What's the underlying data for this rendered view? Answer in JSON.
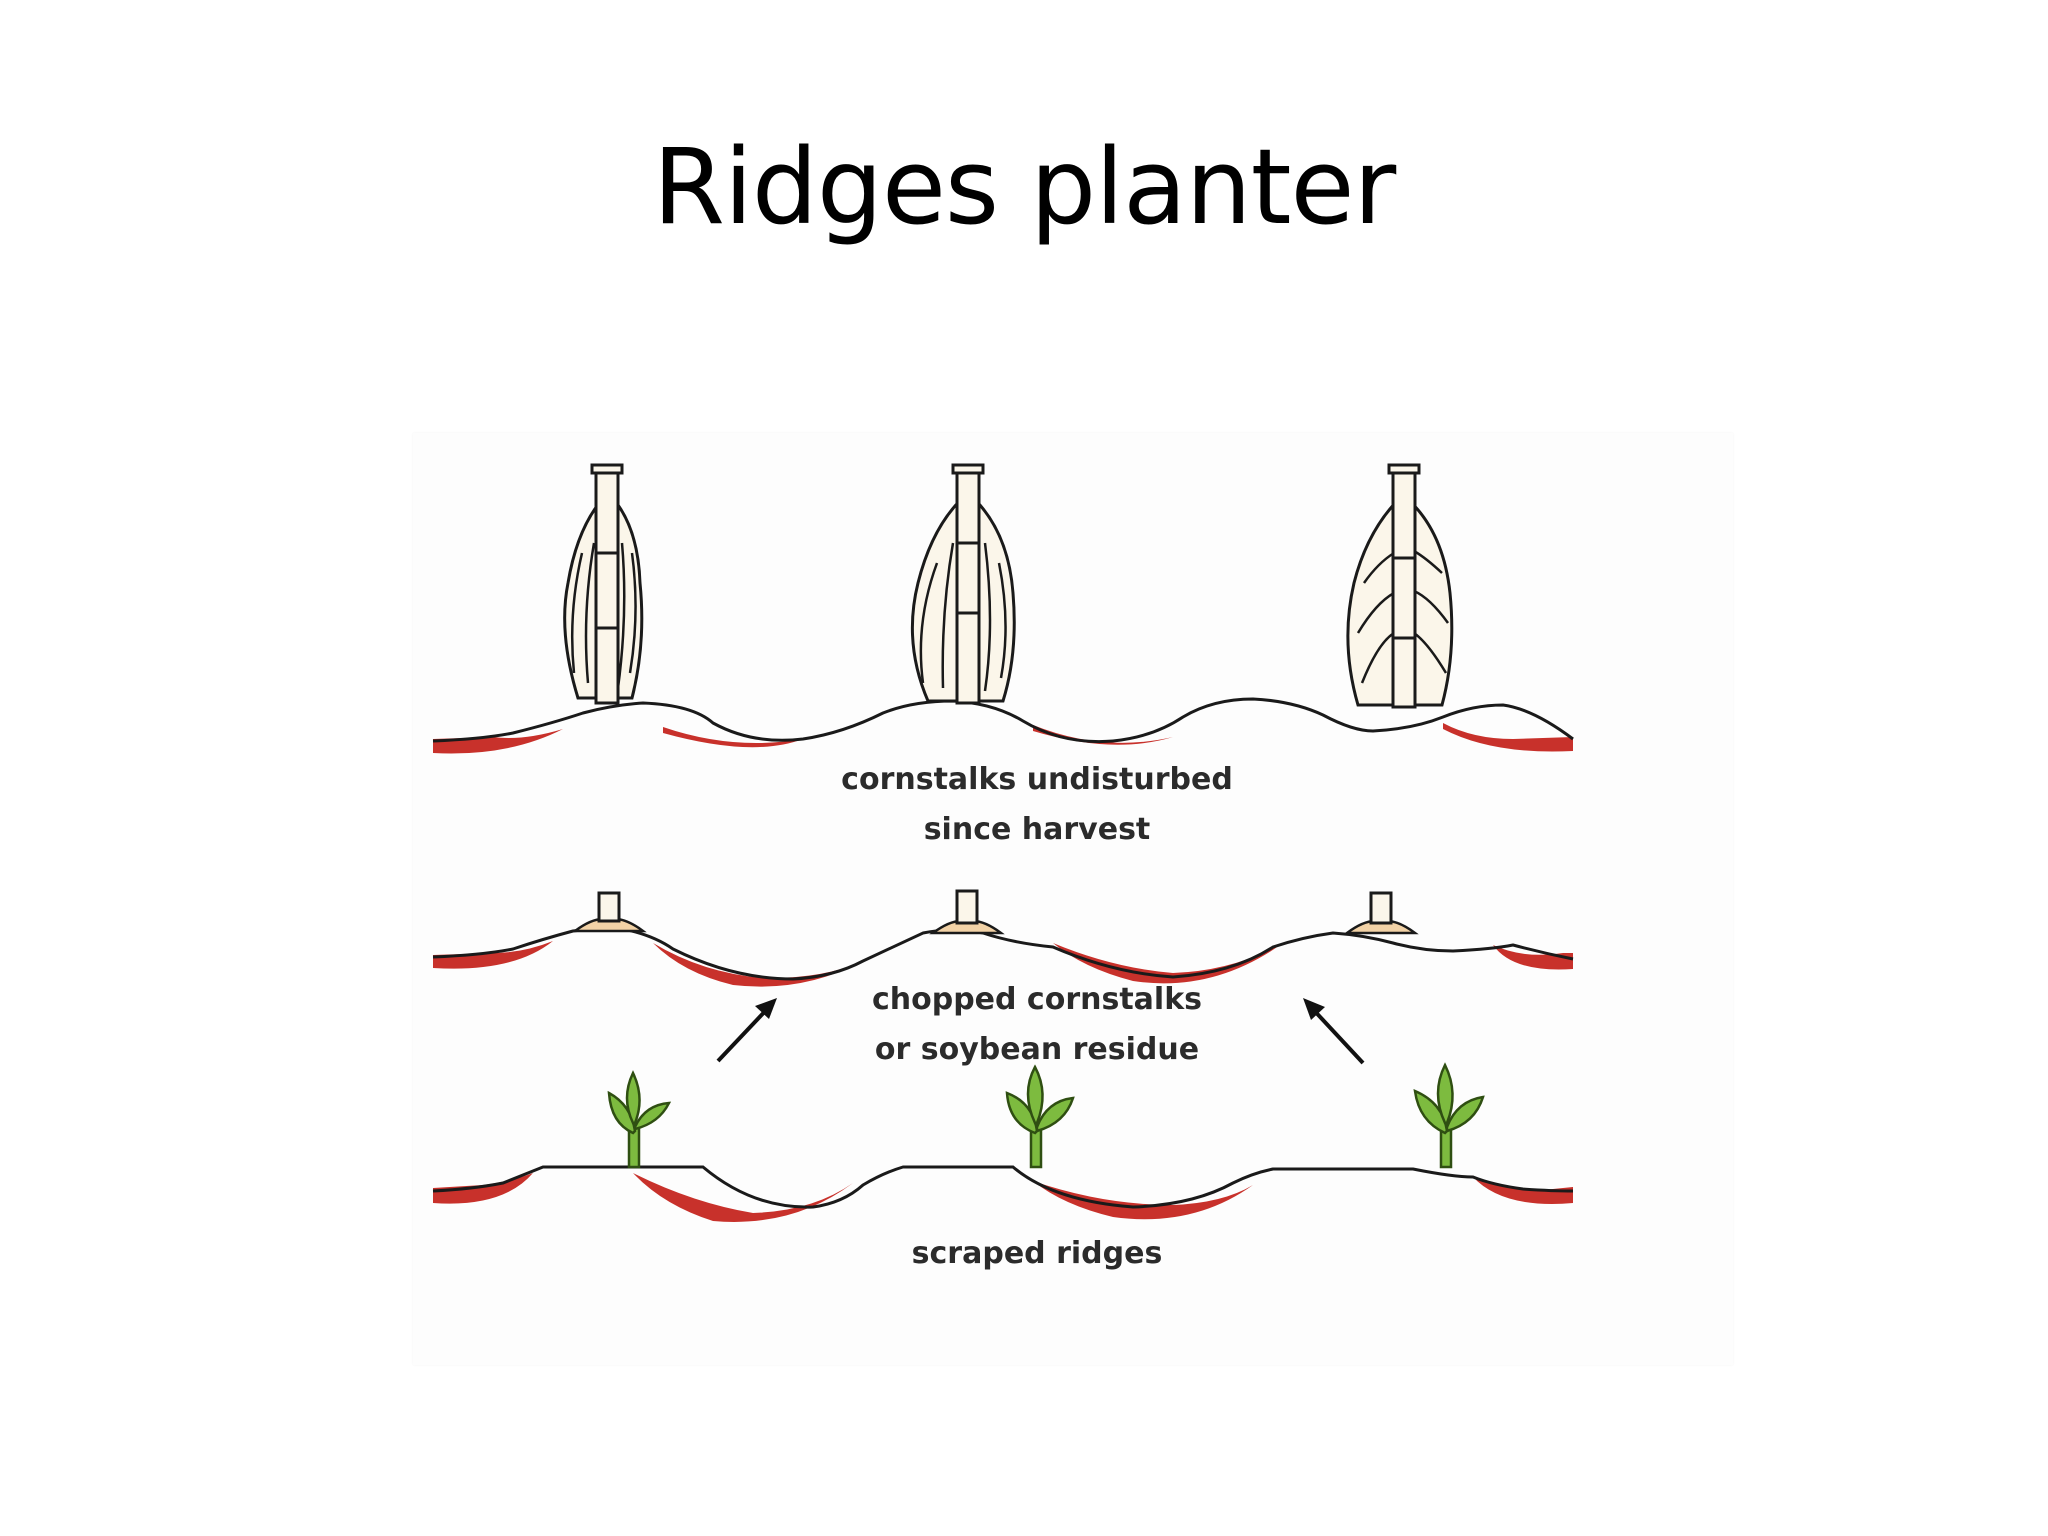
{
  "slide": {
    "title": "Ridges planter"
  },
  "diagram": {
    "stages": [
      {
        "id": "stage-1",
        "caption_lines": [
          "cornstalks undisturbed",
          "since harvest"
        ]
      },
      {
        "id": "stage-2",
        "caption_lines": [
          "chopped cornstalks",
          "or soybean residue"
        ]
      },
      {
        "id": "stage-3",
        "caption_lines": [
          "scraped ridges"
        ]
      }
    ],
    "colors": {
      "soil_residue": "#c8312b",
      "soil_outline": "#1a1a1a",
      "stalk_fill": "#fbf6ea",
      "stalk_stub": "#f2d2a6",
      "seedling": "#7dbb3f",
      "seedling_outline": "#2f4f12",
      "arrow": "#111111"
    },
    "icons": [
      "cornstalk-icon",
      "stalk-stub-icon",
      "seedling-icon",
      "arrow-icon"
    ]
  }
}
